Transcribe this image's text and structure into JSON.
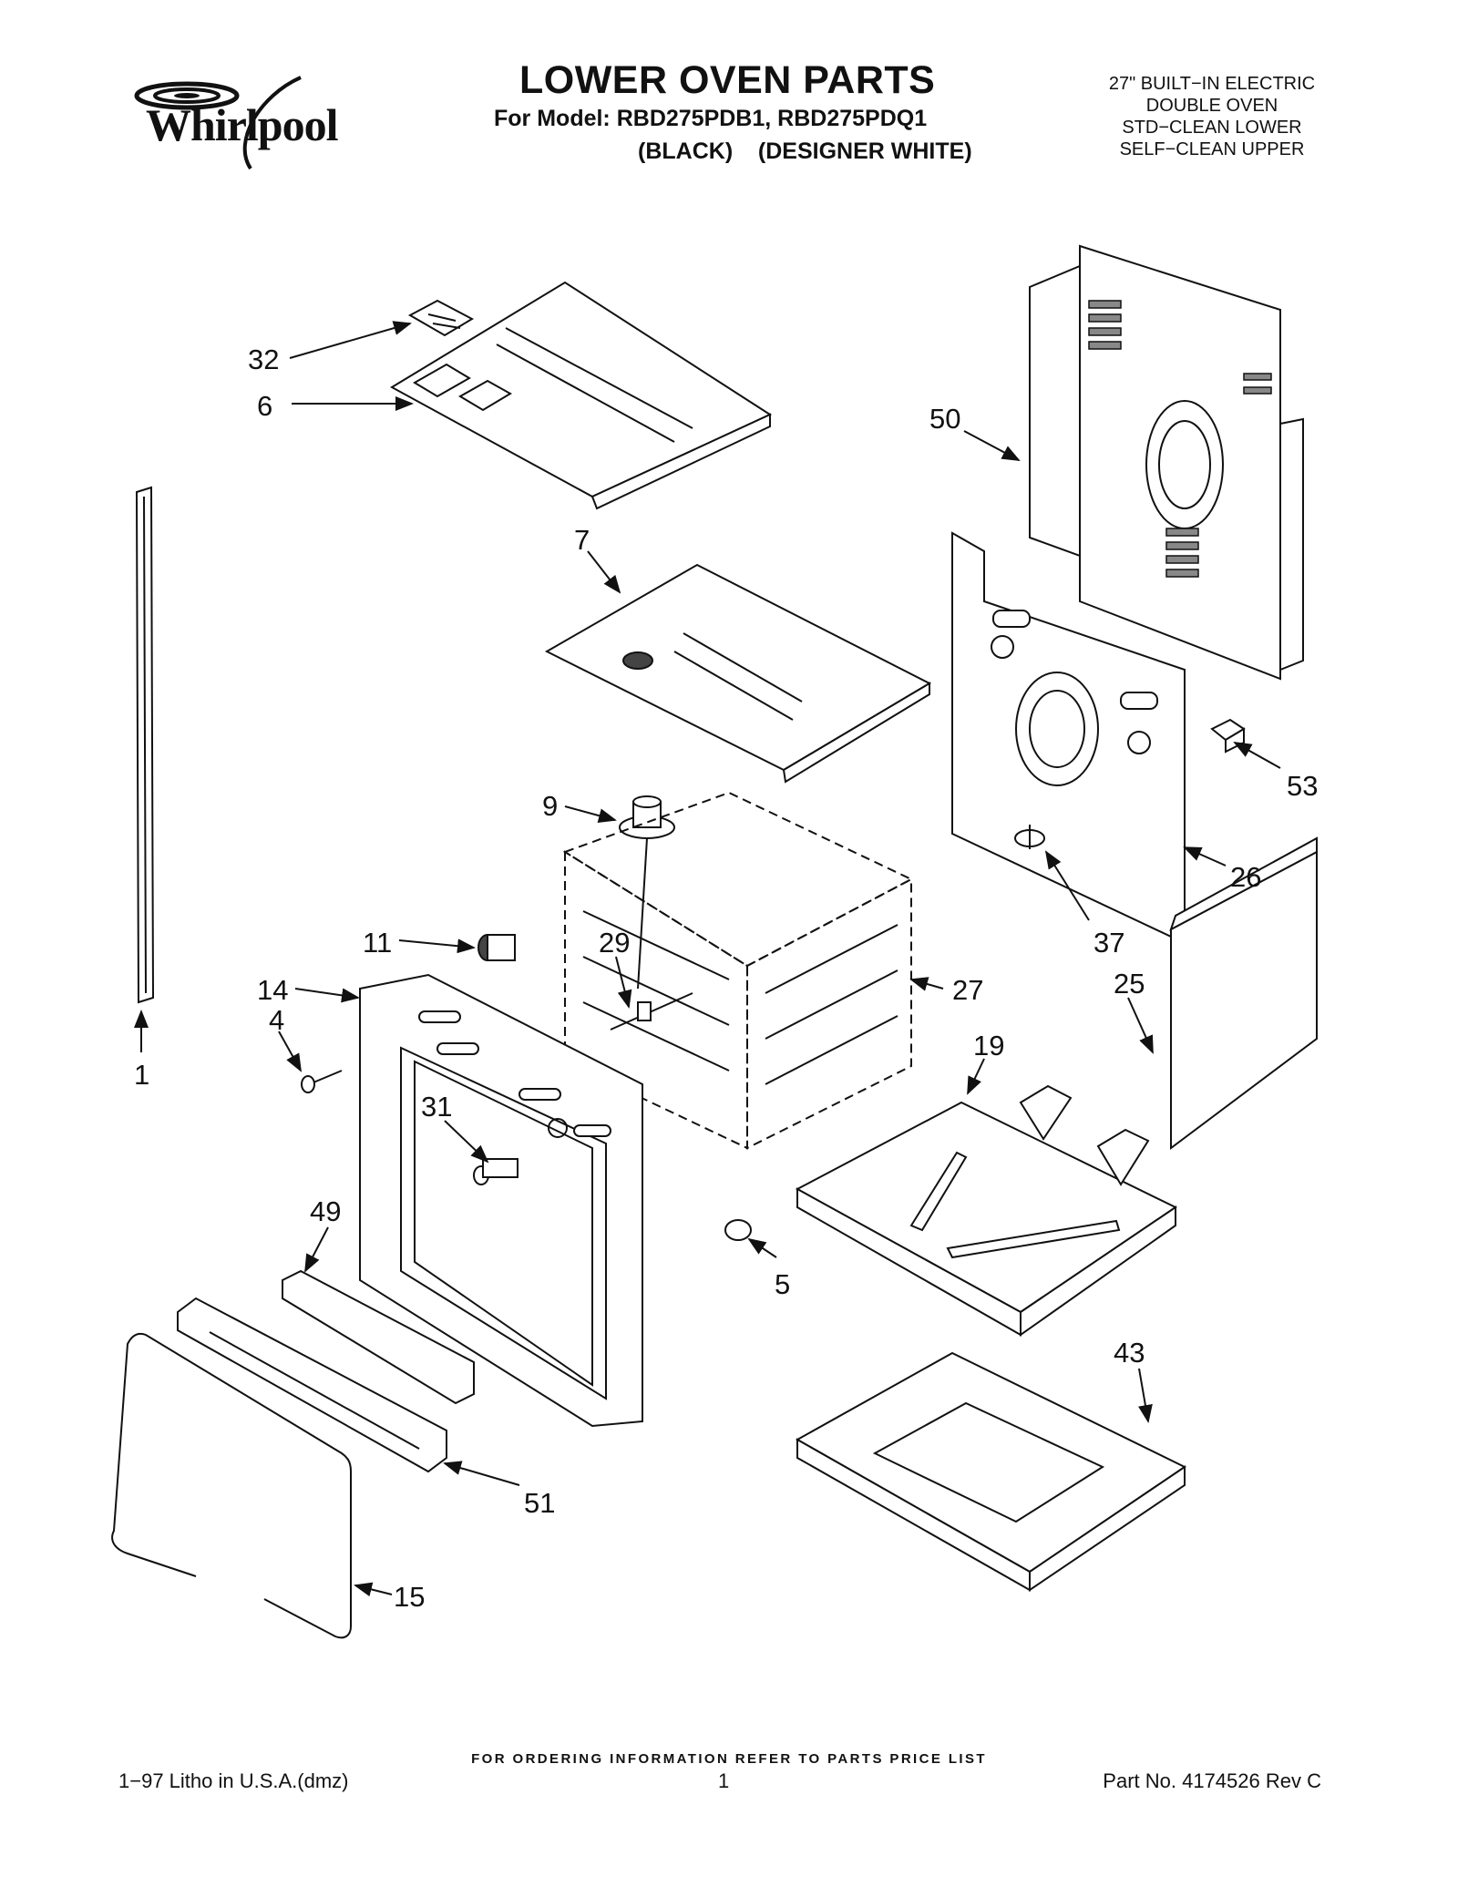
{
  "header": {
    "brand": "Whirlpool",
    "title": "LOWER OVEN PARTS",
    "model_line": "For Model: RBD275PDB1, RBD275PDQ1",
    "variants": "(BLACK)    (DESIGNER WHITE)",
    "spec": [
      "27\" BUILT−IN ELECTRIC",
      "DOUBLE OVEN",
      "STD−CLEAN LOWER",
      "SELF−CLEAN UPPER"
    ]
  },
  "callouts": [
    "32",
    "6",
    "50",
    "7",
    "9",
    "53",
    "26",
    "37",
    "11",
    "29",
    "27",
    "14",
    "25",
    "4",
    "19",
    "1",
    "31",
    "49",
    "5",
    "43",
    "51",
    "15"
  ],
  "footer": {
    "note": "FOR ORDERING INFORMATION REFER TO PARTS PRICE LIST",
    "left": "1−97 Litho in U.S.A.(dmz)",
    "page": "1",
    "part_no": "Part No. 4174526 Rev C"
  }
}
